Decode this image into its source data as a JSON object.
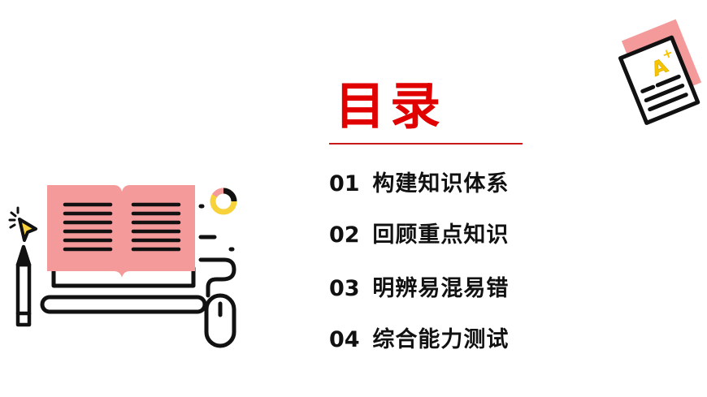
{
  "title": "目录",
  "toc": [
    {
      "number": "01",
      "label": "构建知识体系"
    },
    {
      "number": "02",
      "label": "回顾重点知识"
    },
    {
      "number": "03",
      "label": "明辨易混易错"
    },
    {
      "number": "04",
      "label": "综合能力测试"
    }
  ],
  "grade_badge": "A",
  "grade_badge_sup": "+",
  "colors": {
    "accent_red": "#e00000",
    "pink": "#f59a9a",
    "yellow": "#f7d23a",
    "ink": "#111111"
  },
  "icons": [
    "book-icon",
    "laptop-icon",
    "mouse-icon",
    "pencil-icon",
    "cursor-icon",
    "donut-chart-icon",
    "graded-paper-icon"
  ]
}
